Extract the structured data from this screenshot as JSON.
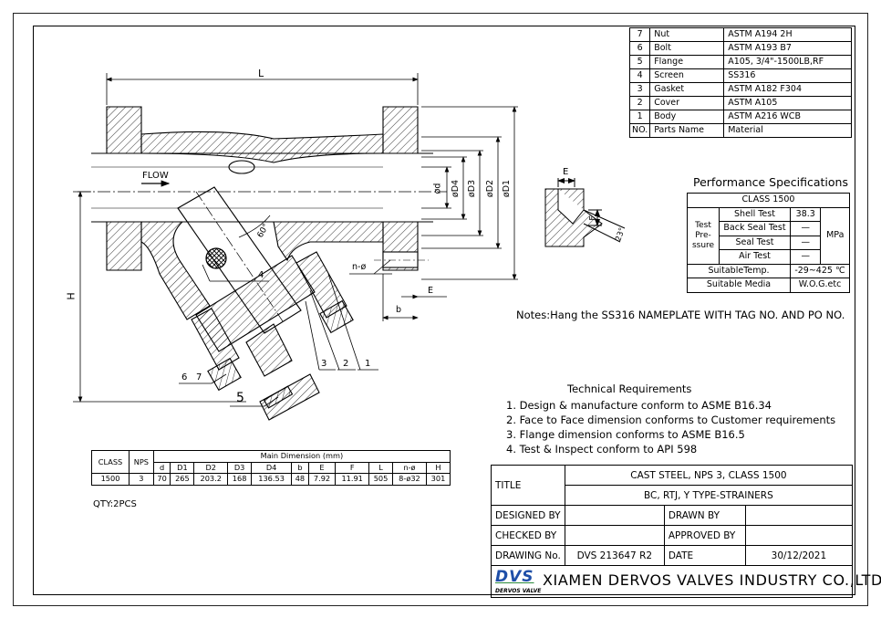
{
  "parts_list": {
    "header": {
      "no": "NO.",
      "name": "Parts Name",
      "material": "Material"
    },
    "rows": [
      {
        "no": "7",
        "name": "Nut",
        "material": "ASTM A194 2H"
      },
      {
        "no": "6",
        "name": "Bolt",
        "material": "ASTM A193 B7"
      },
      {
        "no": "5",
        "name": "Flange",
        "material": "A105, 3/4\"-1500LB,RF"
      },
      {
        "no": "4",
        "name": "Screen",
        "material": "SS316"
      },
      {
        "no": "3",
        "name": "Gasket",
        "material": "ASTM A182 F304"
      },
      {
        "no": "2",
        "name": "Cover",
        "material": "ASTM A105"
      },
      {
        "no": "1",
        "name": "Body",
        "material": "ASTM A216 WCB"
      }
    ]
  },
  "performance": {
    "title": "Performance Specifications",
    "class": "CLASS 1500",
    "test_pressure_label": "Test Pre- ssure",
    "unit": "MPa",
    "tests": [
      {
        "name": "Shell Test",
        "value": "38.3"
      },
      {
        "name": "Back Seal Test",
        "value": "—"
      },
      {
        "name": "Seal Test",
        "value": "—"
      },
      {
        "name": "Air Test",
        "value": "—"
      }
    ],
    "suitable_temp_label": "SuitableTemp.",
    "suitable_temp": "-29~425 ℃",
    "suitable_media_label": "Suitable Media",
    "suitable_media": "W.O.G.etc"
  },
  "notes": "Notes:Hang the SS316 NAMEPLATE WITH TAG NO. AND PO NO.",
  "technical_requirements": {
    "title": "Technical Requirements",
    "items": [
      "1. Design & manufacture conform to ASME B16.34",
      "2. Face to Face dimension conforms to Customer requirements",
      "3. Flange dimension conforms to ASME B16.5",
      "4. Test & Inspect conform to API 598"
    ]
  },
  "dimensions_table": {
    "class_label": "CLASS",
    "nps_label": "NPS",
    "main_label": "Main Dimension (mm)",
    "columns": [
      "d",
      "D1",
      "D2",
      "D3",
      "D4",
      "b",
      "E",
      "F",
      "L",
      "n-ø",
      "H"
    ],
    "row": {
      "class": "1500",
      "nps": "3",
      "values": [
        "70",
        "265",
        "203.2",
        "168",
        "136.53",
        "48",
        "7.92",
        "11.91",
        "505",
        "8-ø32",
        "301"
      ]
    }
  },
  "qty": "QTY:2PCS",
  "title_block": {
    "title_label": "TITLE",
    "title_line1": "CAST STEEL, NPS 3, CLASS 1500",
    "title_line2": "BC, RTJ, Y TYPE-STRAINERS",
    "designed_by_label": "DESIGNED BY",
    "drawn_by_label": "DRAWN BY",
    "checked_by_label": "CHECKED BY",
    "approved_by_label": "APPROVED BY",
    "drawing_no_label": "DRAWING No.",
    "drawing_no": "DVS 213647 R2",
    "date_label": "DATE",
    "date": "30/12/2021",
    "logo_text": "DVS",
    "logo_sub": "DERVOS VALVE",
    "company": "XIAMEN DERVOS VALVES INDUSTRY CO.,LTD"
  },
  "drawing_labels": {
    "L": "L",
    "H": "H",
    "flow": "FLOW",
    "angle": "60°",
    "d": "ød",
    "D4": "øD4",
    "D3": "øD3",
    "D2": "øD2",
    "D1": "øD1",
    "n_phi": "n-ø",
    "E": "E",
    "b": "b",
    "F": "F",
    "groove_angle": "23°",
    "callouts": [
      "1",
      "2",
      "3",
      "4",
      "5",
      "6",
      "7"
    ]
  },
  "colors": {
    "logo_blue": "#1f4fa8",
    "logo_green": "#2a8a3c",
    "line": "#000000"
  }
}
